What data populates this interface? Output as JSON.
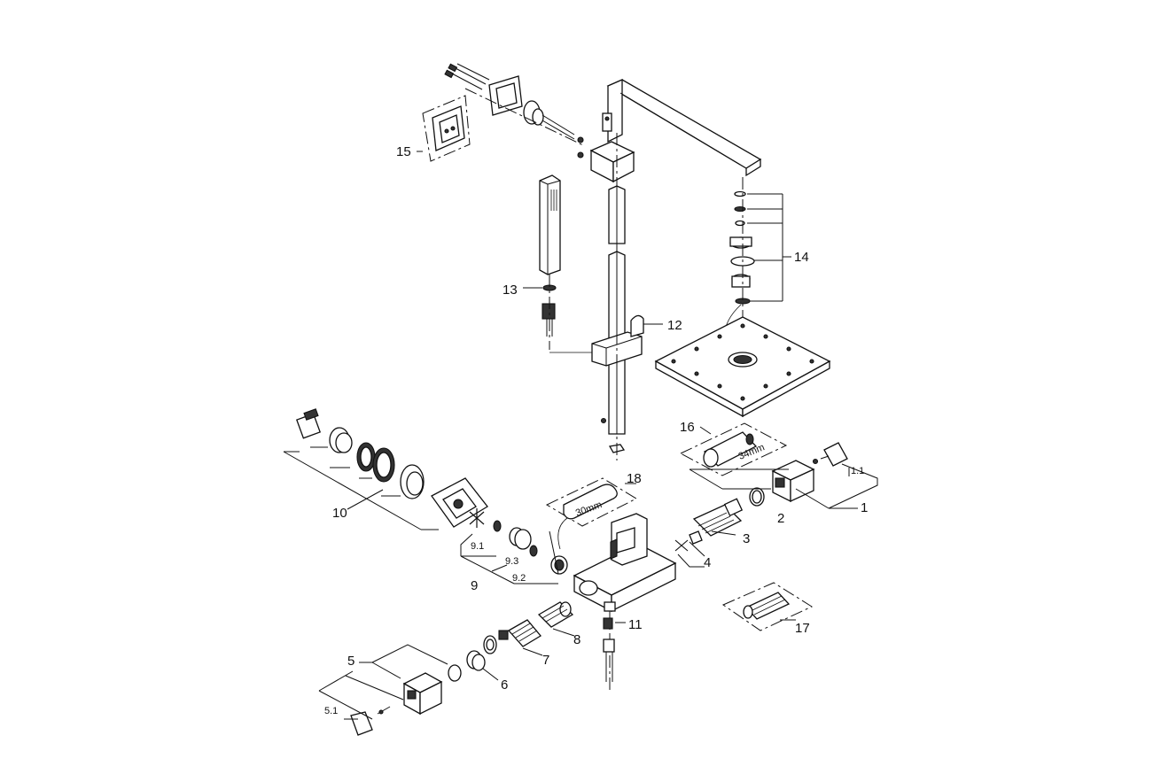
{
  "callouts": {
    "c1": "1",
    "c1_1": "1.1",
    "c2": "2",
    "c3": "3",
    "c4": "4",
    "c5": "5",
    "c5_1": "5.1",
    "c6": "6",
    "c7": "7",
    "c8": "8",
    "c9": "9",
    "c9_1": "9.1",
    "c9_2": "9.2",
    "c9_3": "9.3",
    "c10": "10",
    "c11": "11",
    "c12": "12",
    "c13": "13",
    "c14": "14",
    "c15": "15",
    "c16": "16",
    "c17": "17",
    "c18": "18"
  },
  "dimensions": {
    "wrench_18": "30mm",
    "tool_16": "34mm"
  }
}
